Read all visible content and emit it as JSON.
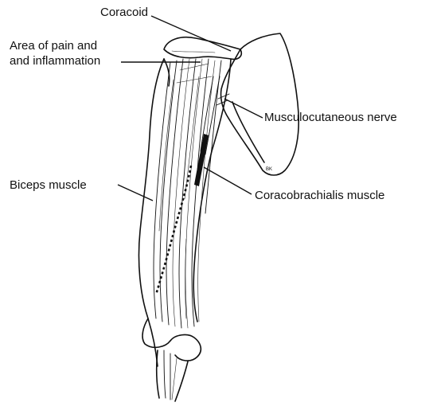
{
  "labels": {
    "coracoid": "Coracoid",
    "pain_area_line1": "Area of pain and",
    "pain_area_line2": "and inflammation",
    "musculocutaneous_nerve": "Musculocutaneous nerve",
    "biceps_muscle": "Biceps muscle",
    "coracobrachialis_muscle": "Coracobrachialis muscle"
  },
  "artist_mark": "BK"
}
